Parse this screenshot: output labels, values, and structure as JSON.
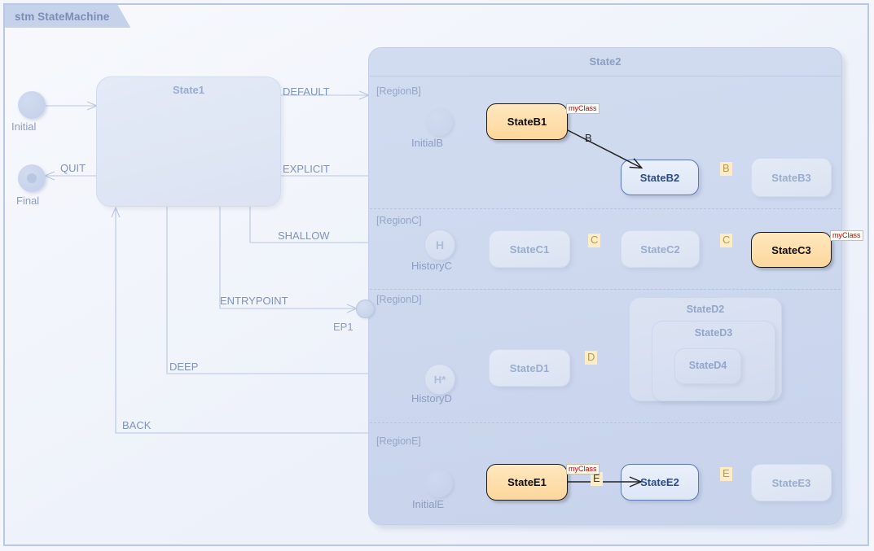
{
  "frame": {
    "title": "stm StateMachine"
  },
  "palette": {
    "frame_border": "#b9c7e4",
    "title_bg": "#c6d2ea",
    "title_fg": "#7b8db5",
    "ghost_fill": "#dbe3f3",
    "ghost_text": "#9aaccd",
    "blue_border": "#5c78b5",
    "blue_text": "#2e4a86",
    "orange_fill": "#fdd79b",
    "orange_border": "#1a1a1a",
    "orange_text": "#0d0d0d",
    "composite_fill": "#ccd7ee",
    "label_highlight_bg": "#fdecc8",
    "stereotype_fg": "#cc0000",
    "connector": "#b9c7e3"
  },
  "top_level": {
    "state1": {
      "name": "State1"
    },
    "initial": {
      "name": "Initial",
      "kind": "initial-pseudostate"
    },
    "final": {
      "name": "Final",
      "kind": "final-state"
    }
  },
  "composite": {
    "name": "State2",
    "regions": [
      {
        "label": "[RegionB]"
      },
      {
        "label": "[RegionC]"
      },
      {
        "label": "[RegionD]"
      },
      {
        "label": "[RegionE]"
      }
    ]
  },
  "entry_point": {
    "name": "EP1",
    "kind": "entry-point-pseudostate"
  },
  "states": {
    "b1": {
      "name": "StateB1",
      "style": "orange",
      "stereotype": "myClass"
    },
    "b2": {
      "name": "StateB2",
      "style": "blue"
    },
    "b3": {
      "name": "StateB3",
      "style": "ghost"
    },
    "c1": {
      "name": "StateC1",
      "style": "ghost"
    },
    "c2": {
      "name": "StateC2",
      "style": "ghost"
    },
    "c3": {
      "name": "StateC3",
      "style": "orange",
      "stereotype": "myClass"
    },
    "d1": {
      "name": "StateD1",
      "style": "ghost"
    },
    "d2": {
      "name": "StateD2",
      "style": "ghost-nested"
    },
    "d3": {
      "name": "StateD3",
      "style": "ghost-nested"
    },
    "d4": {
      "name": "StateD4",
      "style": "ghost-nested"
    },
    "e1": {
      "name": "StateE1",
      "style": "orange",
      "stereotype": "myClass"
    },
    "e2": {
      "name": "StateE2",
      "style": "blue"
    },
    "e3": {
      "name": "StateE3",
      "style": "ghost"
    }
  },
  "pseudostates": {
    "initial_b": {
      "name": "InitialB",
      "kind": "initial"
    },
    "initial_e": {
      "name": "InitialE",
      "kind": "initial"
    },
    "history_c": {
      "name": "HistoryC",
      "kind": "shallow-history",
      "glyph": "H"
    },
    "history_d": {
      "name": "HistoryD",
      "kind": "deep-history",
      "glyph": "H*"
    }
  },
  "transitions": {
    "default": "DEFAULT",
    "explicit": "EXPLICIT",
    "shallow": "SHALLOW",
    "entrypoint": "ENTRYPOINT",
    "deep": "DEEP",
    "back": "BACK",
    "quit": "QUIT",
    "b1_b2": "B",
    "b2_b3": "B",
    "c1_c2": "C",
    "c2_c3": "C",
    "d1_d4": "D",
    "e1_e2": "E",
    "e2_e3": "E"
  }
}
